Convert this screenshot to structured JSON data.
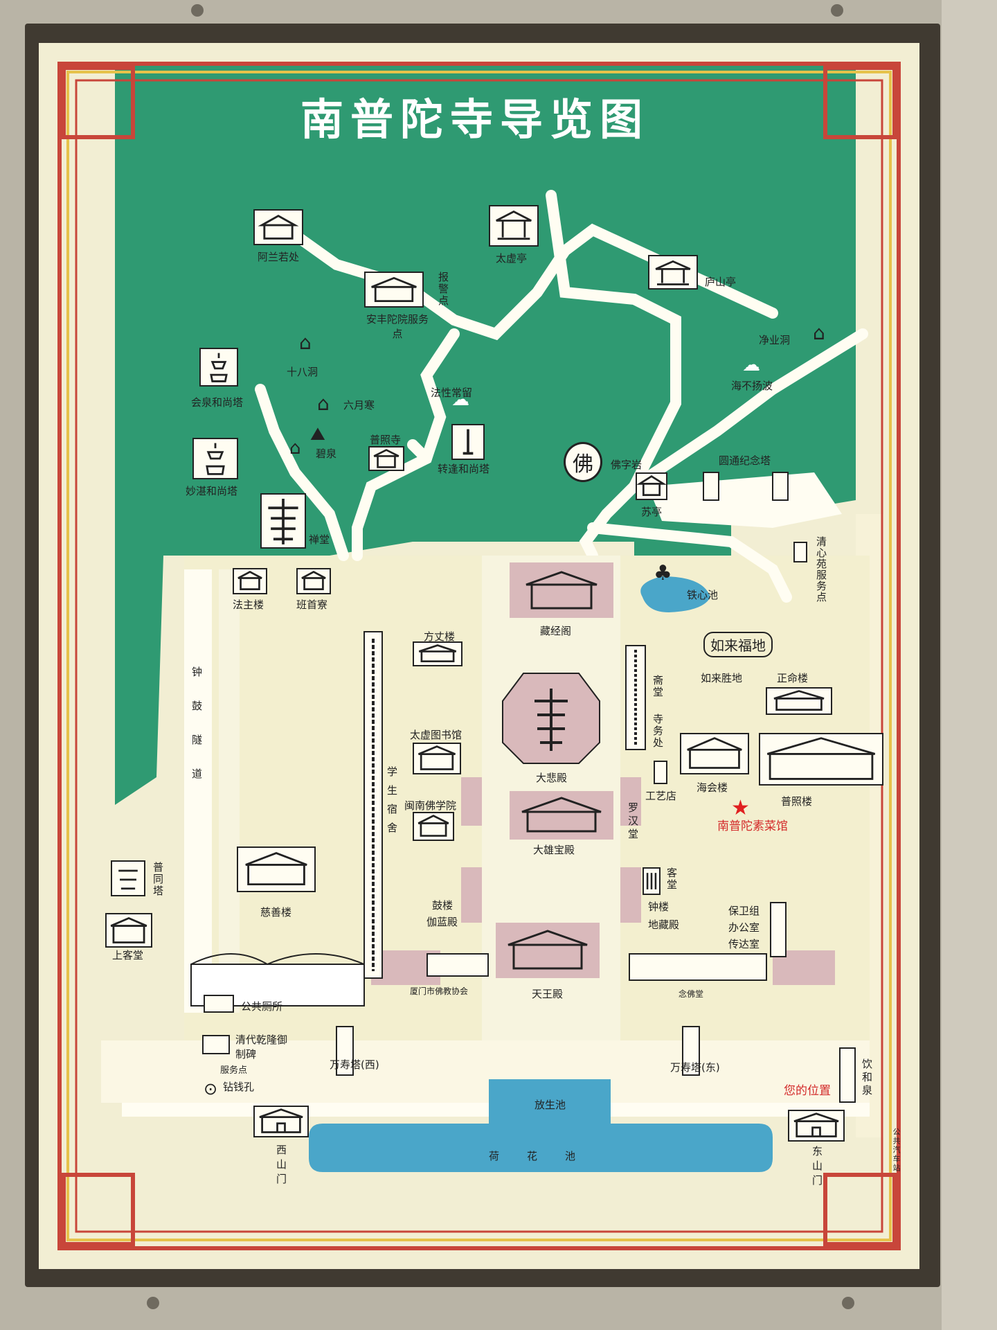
{
  "title": "南普陀寺导览图",
  "you_are_here": "您的位置",
  "restaurant": "南普陀素菜馆",
  "places": {
    "alanruochu": "阿兰若处",
    "taixuting": "太虚亭",
    "lushanting": "庐山亭",
    "baojingdian": "报警点",
    "fuwudian_top": "安丰陀院服务点",
    "shibadong": "十八洞",
    "jingyedong": "净业洞",
    "haibuyangbo": "海不扬波",
    "huiquan_ta": "会泉和尚塔",
    "liuyuehan": "六月寒",
    "faxingchangliu": "法性常留",
    "bishuiquan": "碧泉",
    "puzhaosi": "普照寺",
    "zhuandao_ta": "转逢和尚塔",
    "fozi_yan": "佛字岩",
    "fo_char": "佛",
    "yuantong_ta": "圆通纪念塔",
    "suting": "苏亭",
    "miaozhan_ta": "妙湛和尚塔",
    "chantang": "禅堂",
    "qingxin_fuwu": "清心苑服务点",
    "tiexinchi": "铁心池",
    "fazhulou": "法主楼",
    "banshouliao": "班首寮",
    "cangjingge": "藏经阁",
    "fangzhanglou": "方丈楼",
    "rulai_shengdi": "如来胜地",
    "rulai_rock": "如来福地",
    "zhengminglou": "正命楼",
    "zhai_tang": "斋堂",
    "sihu_chu": "寺务处",
    "zhonggudao": "钟鼓隧道",
    "taixu_library": "太虚图书馆",
    "dabeidian": "大悲殿",
    "xuesheng_sushe": "学生宿舍",
    "gongyidian": "工艺店",
    "haihuilou": "海会楼",
    "puzhaolou": "普照楼",
    "putongta": "普同塔",
    "minnan_foxue": "闽南佛学院",
    "luohantang": "罗汉堂",
    "daxiongbaodian": "大雄宝殿",
    "shangketang": "上客堂",
    "cishanlou": "慈善楼",
    "ketang": "客堂",
    "gulou": "鼓楼",
    "qielan_dian": "伽蓝殿",
    "zhonglou": "钟楼",
    "dicang_dian": "地藏殿",
    "baoweizu": "保卫组",
    "bangongshi": "办公室",
    "chuandashi": "传达室",
    "xiamen_fojiao": "厦门市佛教协会",
    "tianwangdian": "天王殿",
    "nianfotang": "念佛堂",
    "gonggong_cesuo": "公共厕所",
    "qianlong_bei": "清代乾隆御制碑",
    "fuwudian": "服务点",
    "zuanqiankong": "钻钱孔",
    "fangshengchi": "放生池",
    "wanshouta_xi": "万寿塔(西)",
    "wanshouta_dong": "万寿塔(东)",
    "yinhequan": "饮和泉",
    "hehuachi": "荷花池",
    "xishanmen": "西山门",
    "dongshanmen": "东山门",
    "gonggong_qiche": "公共汽车站"
  },
  "colors": {
    "hill_green": "#2f9a72",
    "road": "#fffdf2",
    "ground": "#f2eed3",
    "water": "#4aa6c9",
    "pink_hall": "#d9b9bb",
    "frame_red": "#c8463a",
    "frame_yellow": "#e6c24a"
  }
}
